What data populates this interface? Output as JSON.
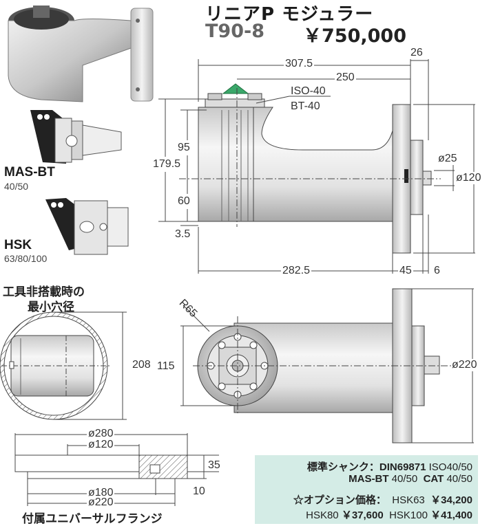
{
  "header": {
    "title": "リニアP モジュラー",
    "model": "T90-8",
    "price": "￥750,000"
  },
  "holders": {
    "mas_bt_name": "MAS-BT",
    "mas_bt_sizes": "40/50",
    "hsk_name": "HSK",
    "hsk_sizes": "63/80/100"
  },
  "bore_section": {
    "caption_line1": "工具非搭載時の",
    "caption_line2": "最小穴径",
    "diameter": "208"
  },
  "side_view_dims": {
    "overall": "307.5",
    "flange_thk": "26",
    "to_flange": "250",
    "iso": "ISO-40",
    "bt": "BT-40",
    "height_total": "179.5",
    "upper": "95",
    "lower": "60",
    "base": "3.5",
    "shank_dia": "ø25",
    "flange_dia": "ø120",
    "body_len": "282.5",
    "flange_len": "45",
    "end_thk": "6"
  },
  "top_view_dims": {
    "radius": "R65",
    "width": "115",
    "flange_dia": "ø220"
  },
  "flange_part": {
    "d280": "ø280",
    "d120": "ø120",
    "d180": "ø180",
    "d220": "ø220",
    "h35": "35",
    "h10": "10",
    "caption": "付属ユニバーサルフランジ"
  },
  "spec_box": {
    "std_label": "標準シャンク：",
    "std_value_bold": "DIN69871",
    "std_value": " ISO40/50",
    "mas_label": "MAS-BT",
    "mas_value": " 40/50",
    "cat_label": "CAT",
    "cat_value": " 40/50",
    "opt_label": "☆オプション価格：",
    "hsk63": "HSK63",
    "hsk63_price": "￥34,200",
    "hsk80": "HSK80",
    "hsk80_price": "￥37,600",
    "hsk100": "HSK100",
    "hsk100_price": "￥41,400"
  },
  "colors": {
    "accent_green": "#3aa86a",
    "info_bg": "#d4ece6",
    "metal_light": "#eeeeee",
    "metal_dark": "#9a9a9a"
  }
}
